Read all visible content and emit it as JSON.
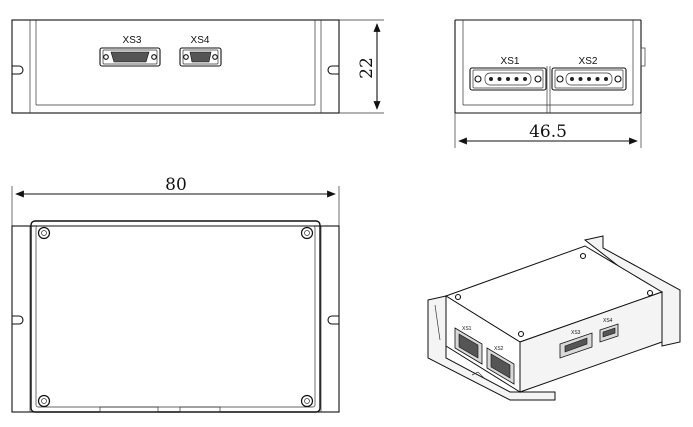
{
  "front_view": {
    "connector_left_label": "XS3",
    "connector_right_label": "XS4",
    "height_dimension": "22"
  },
  "side_view": {
    "connector_left_label": "XS1",
    "connector_right_label": "XS2",
    "width_dimension": "46.5"
  },
  "top_view": {
    "length_dimension": "80"
  },
  "iso_view": {
    "label_xs1": "XS1",
    "label_xs2": "XS2",
    "label_xs3": "XS3",
    "label_xs4": "XS4"
  }
}
